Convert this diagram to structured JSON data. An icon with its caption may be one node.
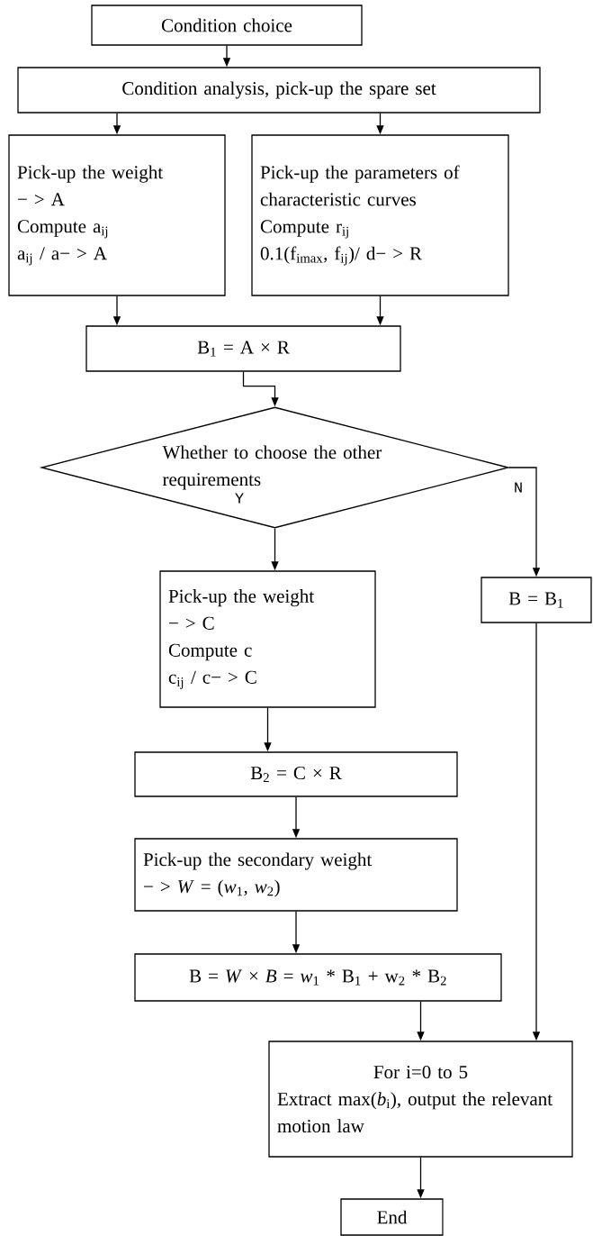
{
  "diagram": {
    "nodes": [
      {
        "text": [
          "Condition choice"
        ]
      },
      {
        "text": [
          "Condition analysis, pick-up the spare set"
        ]
      },
      {
        "text": [
          "Pick-up the weight",
          "− > A",
          "Compute a$_{ij}$",
          "a$_{ij}$ / a− > A"
        ]
      },
      {
        "text": [
          "Pick-up the parameters of characteristic curves",
          "Compute r$_{ij}$",
          "0.1(f$_{imax}$, f$_{ij}$)/ d− > R"
        ]
      },
      {
        "text": [
          "B$_{1}$ = A × R"
        ]
      },
      {
        "text": [
          "Whether to choose the other requirements"
        ]
      },
      {
        "text": [
          "Pick-up the weight",
          "− > C",
          "Compute c",
          "c$_{ij}$ / c− > C"
        ]
      },
      {
        "text": [
          "B = B$_{1}$"
        ]
      },
      {
        "text": [
          "B$_{2}$ = C × R"
        ]
      },
      {
        "text": [
          "Pick-up the secondary weight",
          "− > *W* = (*w*$_{1}$, *w*$_{2}$)"
        ]
      },
      {
        "text": [
          "B = *W* × *B* = *w*$_{1}$ * B$_{1}$ + w$_{2}$ * B$_{2}$"
        ]
      },
      {
        "text": [
          "For i=0 to 5",
          "Extract max(*b*$_{i}$), output the relevant motion law"
        ]
      },
      {
        "text": [
          "End"
        ]
      }
    ],
    "edges": [
      {
        "from": 0,
        "to": 1,
        "arrow": "to"
      },
      {
        "from": 1,
        "to": 2,
        "arrow": "to"
      },
      {
        "from": 1,
        "to": 3,
        "arrow": "to"
      },
      {
        "from": 2,
        "to": 4,
        "arrow": "to"
      },
      {
        "from": 3,
        "to": 4,
        "arrow": "to"
      },
      {
        "from": 4,
        "to": 5,
        "arrow": "to"
      },
      {
        "from": 5,
        "to": 6,
        "arrow": "to",
        "label": "Y"
      },
      {
        "from": 5,
        "to": 7,
        "arrow": "to",
        "label": "N"
      },
      {
        "from": 6,
        "to": 8,
        "arrow": "to"
      },
      {
        "from": 8,
        "to": 9,
        "arrow": "to"
      },
      {
        "from": 9,
        "to": 10,
        "arrow": "to"
      },
      {
        "from": 10,
        "to": 11,
        "arrow": "to"
      },
      {
        "from": 7,
        "to": 11,
        "arrow": "to"
      },
      {
        "from": 11,
        "to": 12,
        "arrow": "to"
      }
    ]
  }
}
